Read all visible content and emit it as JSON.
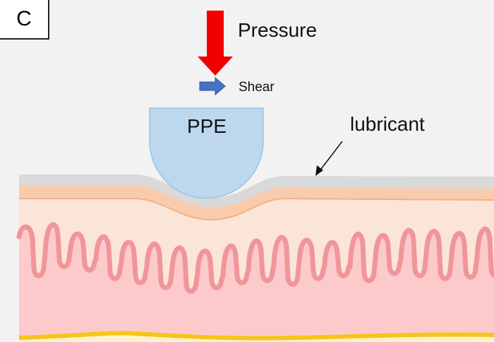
{
  "panel_label": "C",
  "labels": {
    "pressure": "Pressure",
    "shear": "Shear",
    "ppe": "PPE",
    "lubricant": "lubricant"
  },
  "colors": {
    "background": "#f2f2f2",
    "pressure_arrow": "#f20000",
    "shear_arrow": "#4472c4",
    "ppe": "#bdd7ee",
    "lubricant": "#d9d9d9",
    "stratum": "#f8cbad",
    "epidermis": "#fbe5d9",
    "dermis": "#fdcacc",
    "rete_line": "#f0969a",
    "fat_line": "#f5c518"
  }
}
